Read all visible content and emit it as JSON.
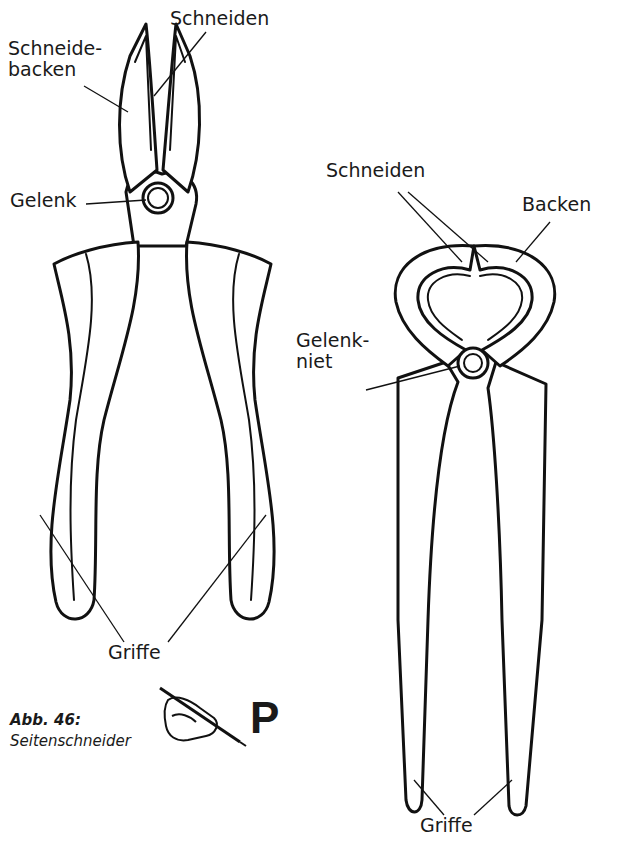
{
  "diagram": {
    "labels": [
      "Schneiden",
      "Schneide- backen",
      "Gelenk",
      "Griffe",
      "Abb. 46:",
      "Seitenschneider",
      "P",
      "Schneiden",
      "Backen",
      "Gelenk- niet",
      "Griffe"
    ]
  }
}
